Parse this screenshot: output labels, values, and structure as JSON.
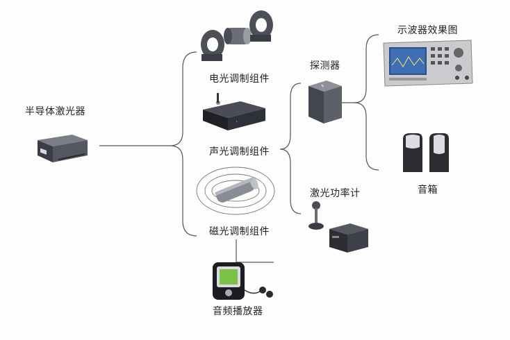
{
  "labels": {
    "laser": "半导体激光器",
    "eo": "电光调制组件",
    "ao": "声光调制组件",
    "mo": "磁光调制组件",
    "detector": "探测器",
    "scope": "示波器效果图",
    "speaker": "音箱",
    "power_meter": "激光功率计",
    "player": "音频播放器"
  },
  "colors": {
    "line": "#555555",
    "device_dark": "#2e3138",
    "device_mid": "#5d6069",
    "device_light": "#9a9ca3"
  }
}
